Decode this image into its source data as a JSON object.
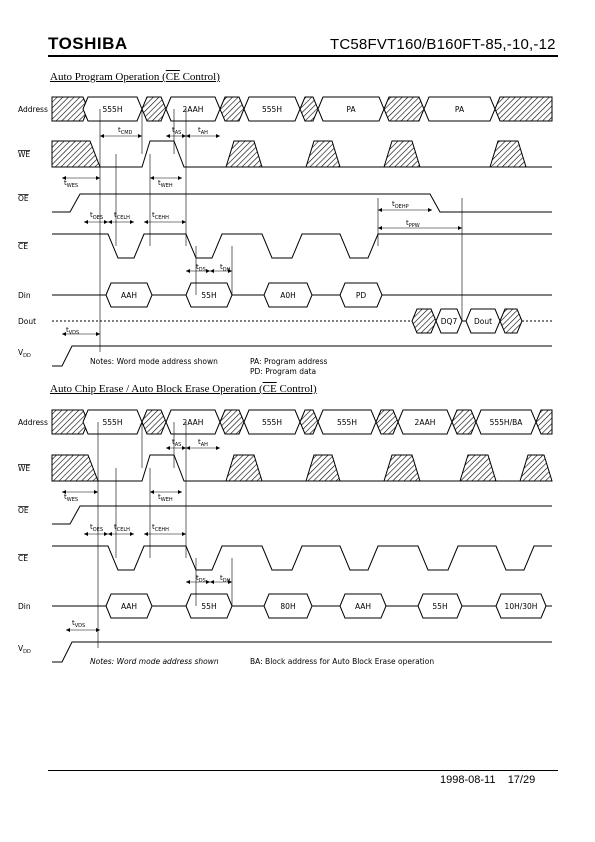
{
  "header": {
    "brand": "TOSHIBA",
    "part_number": "TC58FVT160/B160FT-85,-10,-12"
  },
  "footer": {
    "date": "1998-08-11",
    "page": "17/29"
  },
  "signals": {
    "address": "Address",
    "we": "WE",
    "oe": "OE",
    "ce": "CE",
    "din": "Din",
    "dout": "Dout",
    "vdd_main": "V",
    "vdd_sub": "DD"
  },
  "timing": {
    "cmd": "CMD",
    "as": "AS",
    "ah": "AH",
    "wes": "WES",
    "weh": "WEH",
    "oes": "OES",
    "celh": "CELH",
    "cehh": "CEHH",
    "oehp": "OEHP",
    "ppw": "PPW",
    "ds": "DS",
    "dh": "DH",
    "vds": "VDS"
  },
  "program": {
    "title_pre": "Auto Program Operation (",
    "title_ol": "CE",
    "title_post": " Control)",
    "address": [
      "555H",
      "2AAH",
      "555H",
      "PA",
      "PA"
    ],
    "din": [
      "AAH",
      "55H",
      "A0H",
      "PD"
    ],
    "dout": [
      "DQ7",
      "Dout"
    ],
    "note": "Notes: Word mode address shown",
    "legend": [
      "PA: Program address",
      "PD: Program data"
    ]
  },
  "erase": {
    "title_pre": "Auto Chip Erase / Auto Block Erase Operation (",
    "title_ol": "CE",
    "title_post": " Control)",
    "address": [
      "555H",
      "2AAH",
      "555H",
      "555H",
      "2AAH",
      "555H/BA"
    ],
    "din": [
      "AAH",
      "55H",
      "80H",
      "AAH",
      "55H",
      "10H/30H"
    ],
    "note": "Notes: Word mode address shown",
    "legend": "BA: Block address for Auto Block Erase operation"
  }
}
